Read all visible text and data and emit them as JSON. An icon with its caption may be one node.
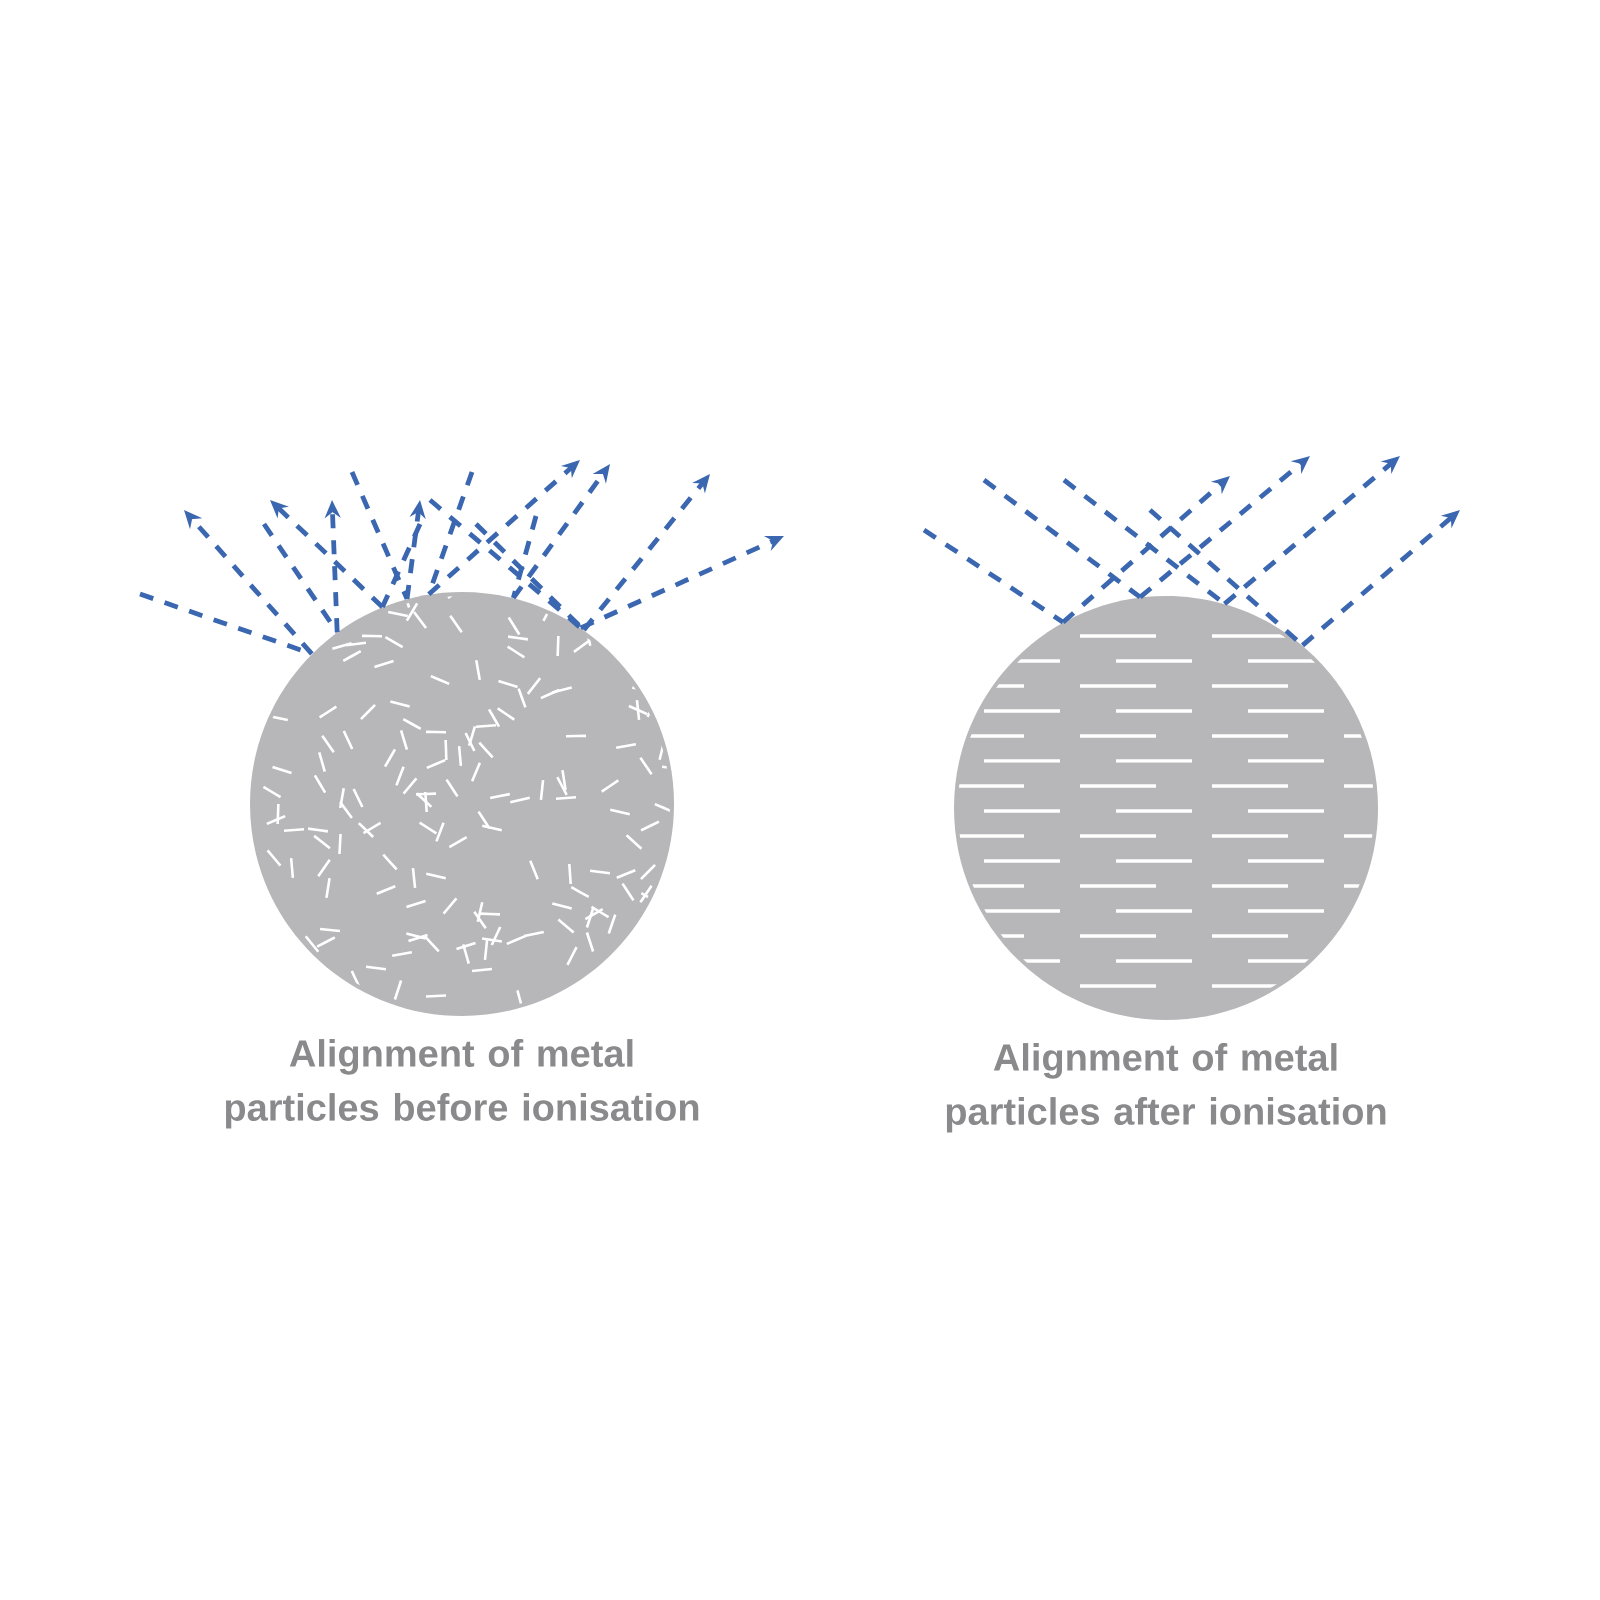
{
  "diagram": {
    "nodes": [
      {
        "text": [],
        "shape": "circle",
        "beside": [
          "Alignment of metal particles before ionisation"
        ]
      },
      {
        "text": [],
        "shape": "circle",
        "beside": [
          "Alignment of metal particles after ionisation"
        ]
      }
    ],
    "edges": [
      {
        "from": null,
        "to": 0,
        "arrow": "none",
        "style": "dashed"
      },
      {
        "from": 0,
        "to": null,
        "arrow": "to",
        "style": "dashed"
      },
      {
        "from": null,
        "to": 0,
        "arrow": "none",
        "style": "dashed"
      },
      {
        "from": 0,
        "to": null,
        "arrow": "to",
        "style": "dashed"
      },
      {
        "from": null,
        "to": 0,
        "arrow": "none",
        "style": "dashed"
      },
      {
        "from": 0,
        "to": null,
        "arrow": "to",
        "style": "dashed"
      },
      {
        "from": null,
        "to": 0,
        "arrow": "none",
        "style": "dashed"
      },
      {
        "from": 0,
        "to": null,
        "arrow": "to",
        "style": "dashed"
      },
      {
        "from": null,
        "to": 0,
        "arrow": "none",
        "style": "dashed"
      },
      {
        "from": 0,
        "to": null,
        "arrow": "to",
        "style": "dashed"
      },
      {
        "from": null,
        "to": 0,
        "arrow": "none",
        "style": "dashed"
      },
      {
        "from": 0,
        "to": null,
        "arrow": "to",
        "style": "dashed"
      },
      {
        "from": null,
        "to": 0,
        "arrow": "none",
        "style": "dashed"
      },
      {
        "from": 0,
        "to": null,
        "arrow": "to",
        "style": "dashed"
      },
      {
        "from": null,
        "to": 0,
        "arrow": "none",
        "style": "dashed"
      },
      {
        "from": 0,
        "to": null,
        "arrow": "to",
        "style": "dashed"
      },
      {
        "from": null,
        "to": 1,
        "arrow": "none",
        "style": "dashed"
      },
      {
        "from": 1,
        "to": null,
        "arrow": "to",
        "style": "dashed"
      },
      {
        "from": null,
        "to": 1,
        "arrow": "none",
        "style": "dashed"
      },
      {
        "from": 1,
        "to": null,
        "arrow": "to",
        "style": "dashed"
      },
      {
        "from": null,
        "to": 1,
        "arrow": "none",
        "style": "dashed"
      },
      {
        "from": 1,
        "to": null,
        "arrow": "to",
        "style": "dashed"
      },
      {
        "from": null,
        "to": 1,
        "arrow": "none",
        "style": "dashed"
      },
      {
        "from": 1,
        "to": null,
        "arrow": "to",
        "style": "dashed"
      }
    ]
  }
}
